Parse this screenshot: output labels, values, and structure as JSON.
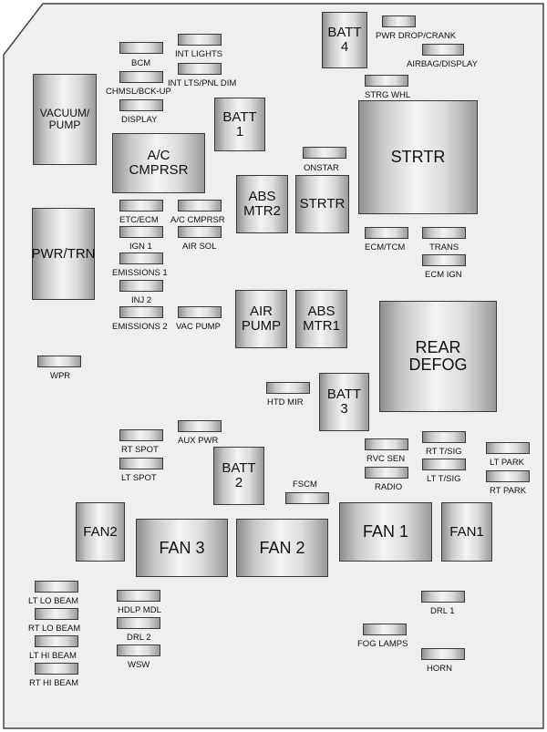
{
  "components": {
    "batt4": "BATT\n4",
    "vacuum_pump": "VACUUM/\nPUMP",
    "batt1": "BATT\n1",
    "strtr_large": "STRTR",
    "ac_cmprsr_relay": "A/C\nCMPRSR",
    "abs_mtr2": "ABS\nMTR2",
    "strtr_relay": "STRTR",
    "pwr_trn": "PWR/TRN",
    "air_pump": "AIR\nPUMP",
    "abs_mtr1": "ABS\nMTR1",
    "rear_defog": "REAR\nDEFOG",
    "batt3": "BATT\n3",
    "batt2": "BATT\n2",
    "fan2_small": "FAN2",
    "fan3": "FAN 3",
    "fan2": "FAN 2",
    "fan1": "FAN 1",
    "fan1_small": "FAN1"
  },
  "fuses": {
    "pwr_drop_crank": "PWR DROP/CRANK",
    "bcm": "BCM",
    "int_lights": "INT LIGHTS",
    "airbag_display": "AIRBAG/DISPLAY",
    "chmsl_bck_up": "CHMSL/BCK-UP",
    "int_lts_pnl_dim": "INT LTS/PNL DIM",
    "strg_whl": "STRG WHL",
    "display": "DISPLAY",
    "onstar": "ONSTAR",
    "etc_ecm": "ETC/ECM",
    "ac_cmprsr": "A/C CMPRSR",
    "ecm_tcm": "ECM/TCM",
    "trans": "TRANS",
    "ign1": "IGN 1",
    "air_sol": "AIR SOL",
    "ecm_ign": "ECM IGN",
    "emissions1": "EMISSIONS 1",
    "inj2": "INJ 2",
    "emissions2": "EMISSIONS 2",
    "vac_pump": "VAC PUMP",
    "wpr": "WPR",
    "htd_mir": "HTD MIR",
    "rt_spot": "RT SPOT",
    "aux_pwr": "AUX PWR",
    "rvc_sen": "RVC SEN",
    "rt_t_sig": "RT T/SIG",
    "lt_park": "LT PARK",
    "lt_spot": "LT SPOT",
    "radio": "RADIO",
    "lt_t_sig": "LT T/SIG",
    "rt_park": "RT PARK",
    "fscm": "FSCM",
    "lt_lo_beam": "LT LO BEAM",
    "hdlp_mdl": "HDLP MDL",
    "drl1": "DRL 1",
    "rt_lo_beam": "RT LO BEAM",
    "drl2": "DRL 2",
    "fog_lamps": "FOG LAMPS",
    "lt_hi_beam": "LT HI BEAM",
    "wsw": "WSW",
    "horn": "HORN",
    "rt_hi_beam": "RT HI BEAM"
  }
}
